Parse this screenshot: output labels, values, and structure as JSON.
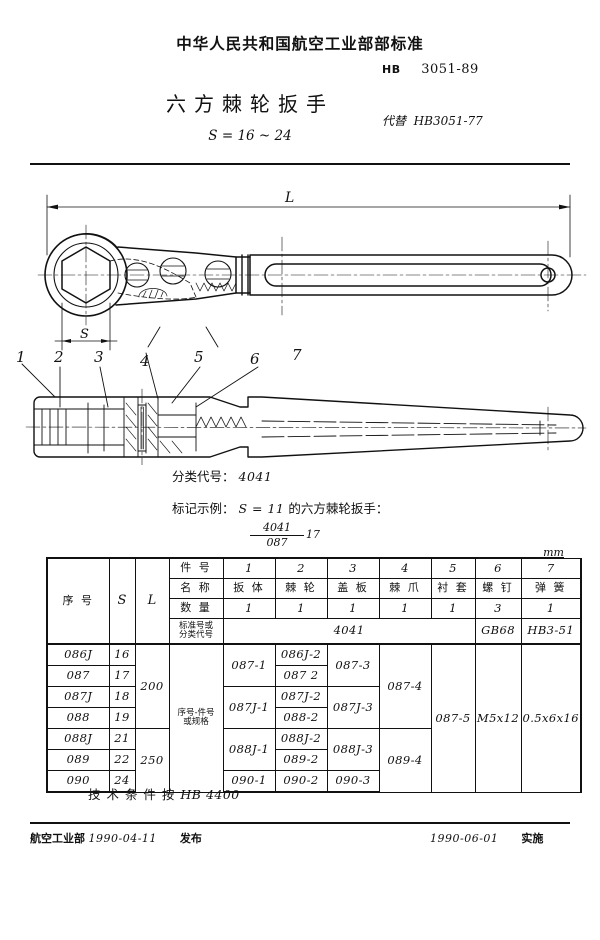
{
  "header": {
    "issuer_title": "中华人民共和国航空工业部部标准",
    "standard_label": "HB",
    "standard_number": "3051-89",
    "replaces_label": "代替",
    "replaces_number": "HB3051-77",
    "doc_name": "六方棘轮扳手",
    "doc_spec": "S = 16 ~ 24"
  },
  "drawing": {
    "dim_length_label": "L",
    "dim_width_label": "S",
    "callouts": [
      "1",
      "2",
      "3",
      "4",
      "5",
      "6",
      "7"
    ]
  },
  "notes": {
    "class_code_label": "分类代号：",
    "class_code_value": "4041",
    "marking_label": "标记示例：",
    "marking_text_prefix": "S = 11",
    "marking_text_body": "的六方棘轮扳手：",
    "marking_numerator": "4041",
    "marking_denominator": "087",
    "marking_suffix": "17"
  },
  "table": {
    "unit": "mm",
    "col_headers": {
      "serial": "序  号",
      "s": "S",
      "l": "L"
    },
    "row_labels": {
      "part_no": "件  号",
      "name": "名  称",
      "qty": "数  量",
      "std_code_line1": "标准号或",
      "std_code_line2": "分类代号",
      "spec_cell_line1": "序号-件号",
      "spec_cell_line2": "或规格"
    },
    "part_numbers": [
      "1",
      "2",
      "3",
      "4",
      "5",
      "6",
      "7"
    ],
    "part_names": [
      "扳 体",
      "棘 轮",
      "盖 板",
      "棘 爪",
      "衬 套",
      "螺 钉",
      "弹 簧"
    ],
    "quantities": [
      "1",
      "1",
      "1",
      "1",
      "1",
      "3",
      "1"
    ],
    "std_codes": {
      "main": "4041",
      "screw": "GB68",
      "spring": "HB3-51"
    },
    "rows": [
      {
        "serial": "086J",
        "s": "16"
      },
      {
        "serial": "087",
        "s": "17"
      },
      {
        "serial": "087J",
        "s": "18"
      },
      {
        "serial": "088",
        "s": "19"
      },
      {
        "serial": "088J",
        "s": "21"
      },
      {
        "serial": "089",
        "s": "22"
      },
      {
        "serial": "090",
        "s": "24"
      }
    ],
    "l_values": [
      "200",
      "250"
    ],
    "part1_codes": [
      "087-1",
      "087J-1",
      "088J-1",
      "090-1"
    ],
    "part2_codes": [
      "086J-2",
      "087  2",
      "087J-2",
      "088-2",
      "088J-2",
      "089-2",
      "090-2"
    ],
    "part3_codes": [
      "087-3",
      "087J-3",
      "088J-3",
      "090-3"
    ],
    "part4_codes": [
      "087-4",
      "089-4"
    ],
    "part5_code": "087-5",
    "part6_code": "M5x12",
    "part7_code": "0.5x6x16"
  },
  "tech_condition": {
    "label": "技 术 条 件 按",
    "value": "HB 4400"
  },
  "footer": {
    "issuer": "航空工业部",
    "issue_date": "1990-04-11",
    "issue_word": "发布",
    "effective_date": "1990-06-01",
    "effective_word": "实施"
  }
}
